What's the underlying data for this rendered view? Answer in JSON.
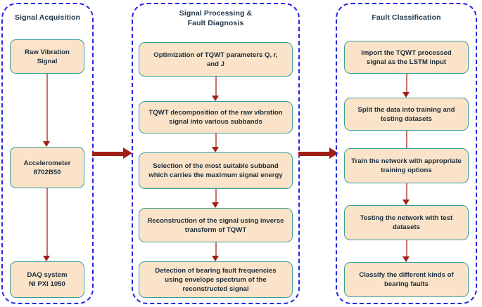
{
  "diagram": {
    "title_color": "#22394d",
    "panel_border_color": "#2626e0",
    "node_fill_color": "#fae3c8",
    "node_border_color": "#3f9e95",
    "node_text_color": "#1d2d3c",
    "arrow_color": "#a01f17",
    "connector_line_color": "#c4716b"
  },
  "panels": [
    {
      "id": "signal-acquisition",
      "title": "Signal Acquisition",
      "nodes": [
        {
          "id": "raw-vibration-signal",
          "label": "Raw Vibration\nSignal"
        },
        {
          "id": "accelerometer",
          "label": "Accelerometer\n8702B50"
        },
        {
          "id": "daq-system",
          "label": "DAQ system\nNI PXI 1050"
        }
      ]
    },
    {
      "id": "signal-processing-fault-diagnosis",
      "title": "Signal Processing &\nFault Diagnosis",
      "nodes": [
        {
          "id": "tqwt-parameter-optimization",
          "label": "Optimization of  TQWT parameters Q, r,\nand J"
        },
        {
          "id": "tqwt-decomposition",
          "label": "TQWT decomposition of the raw vibration\nsignal into various subbands"
        },
        {
          "id": "subband-selection",
          "label": "Selection of the most suitable subband\nwhich carries the maximum signal energy"
        },
        {
          "id": "signal-reconstruction",
          "label": "Reconstruction of the signal using inverse\ntransform of TQWT"
        },
        {
          "id": "fault-frequency-detection",
          "label": "Detection of bearing fault frequencies\nusing envelope spectrum of the\nreconstructed signal"
        }
      ]
    },
    {
      "id": "fault-classification",
      "title": "Fault Classification",
      "nodes": [
        {
          "id": "import-lstm-input",
          "label": "Import the TQWT processed\nsignal as the LSTM input"
        },
        {
          "id": "split-datasets",
          "label": "Split the data into training and\ntesting datasets"
        },
        {
          "id": "train-network",
          "label": "Train the network with appropriate\ntraining options"
        },
        {
          "id": "test-network",
          "label": "Testing the network with test\ndatasets"
        },
        {
          "id": "classify-faults",
          "label": "Classify the different kinds of\nbearing faults"
        }
      ]
    }
  ],
  "stage_arrows": [
    {
      "id": "acquisition-to-processing",
      "from": "signal-acquisition",
      "to": "signal-processing-fault-diagnosis"
    },
    {
      "id": "processing-to-classification",
      "from": "signal-processing-fault-diagnosis",
      "to": "fault-classification"
    }
  ]
}
